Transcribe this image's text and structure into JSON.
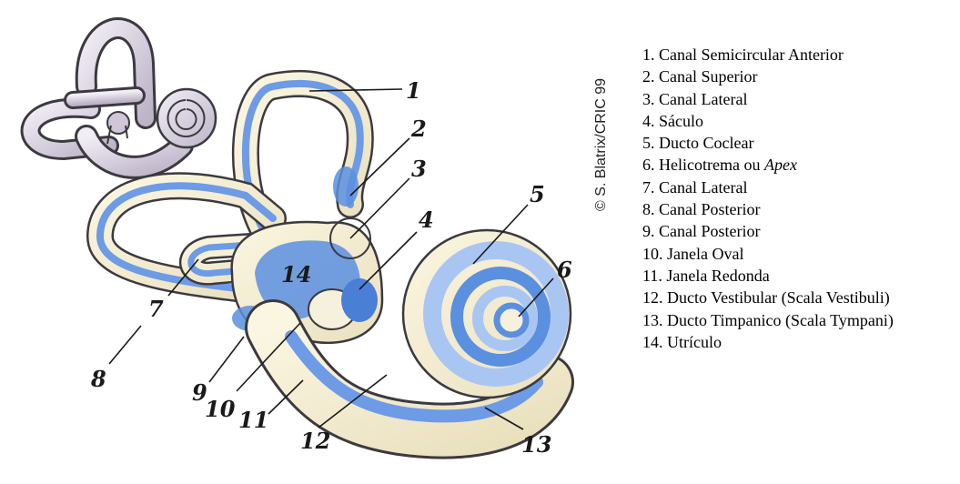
{
  "credit": "© S. Blatrix/CRIC 99",
  "numbers": [
    "1",
    "2",
    "3",
    "4",
    "5",
    "6",
    "7",
    "8",
    "9",
    "10",
    "11",
    "12",
    "13",
    "14"
  ],
  "legend": [
    {
      "text": "1. Canal Semicircular Anterior",
      "em": ""
    },
    {
      "text": "2. Canal Superior",
      "em": ""
    },
    {
      "text": "3. Canal Lateral",
      "em": ""
    },
    {
      "text": "4. Sáculo",
      "em": ""
    },
    {
      "text": "5. Ducto Coclear",
      "em": ""
    },
    {
      "text": "6. Helicotrema ou ",
      "em": "Apex"
    },
    {
      "text": "7. Canal Lateral",
      "em": ""
    },
    {
      "text": "8. Canal Posterior",
      "em": ""
    },
    {
      "text": "9. Canal Posterior",
      "em": ""
    },
    {
      "text": "10. Janela Oval",
      "em": ""
    },
    {
      "text": "11. Janela Redonda",
      "em": ""
    },
    {
      "text": "12. Ducto Vestibular (Scala Vestibuli)",
      "em": ""
    },
    {
      "text": "13. Ducto Timpanico (Scala Tympani)",
      "em": ""
    },
    {
      "text": "14. Utrículo",
      "em": ""
    }
  ],
  "colors": {
    "bone": "#f3ecd0",
    "outline": "#3c3a40",
    "membrane": "#5b8fe0",
    "membrane_light": "#a9c6f2",
    "thumbnail": "#dcd6e4"
  }
}
